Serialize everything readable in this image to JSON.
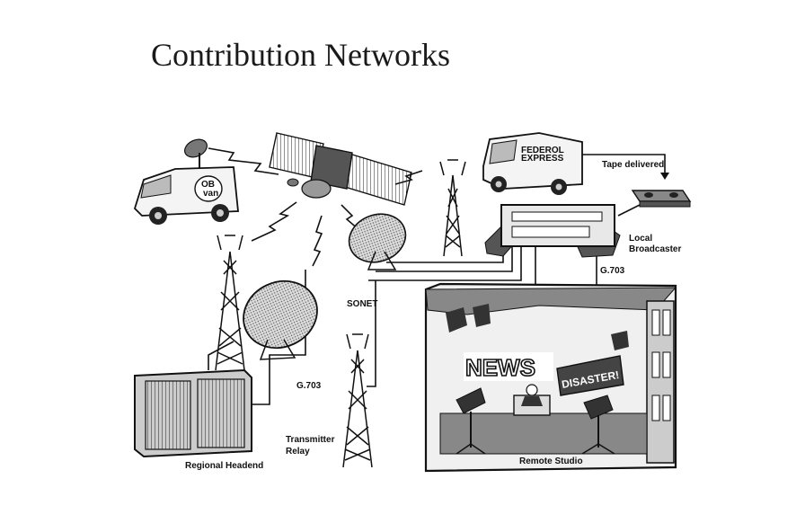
{
  "title": "Contribution Networks",
  "labels": {
    "tape_delivered": "Tape delivered",
    "local_broadcaster_1": "Local",
    "local_broadcaster_2": "Broadcaster",
    "g703_top": "G.703",
    "sonet": "SONET",
    "g703_left": "G.703",
    "transmitter_relay_1": "Transmitter",
    "transmitter_relay_2": "Relay",
    "regional_headend": "Regional Headend",
    "remote_studio": "Remote Studio",
    "van_ob_1": "OB",
    "van_ob_2": "van",
    "van_express_1": "FEDEROL",
    "van_express_2": "EXPRESS",
    "news_sign": "NEWS",
    "disaster_sign": "DISASTER!"
  }
}
